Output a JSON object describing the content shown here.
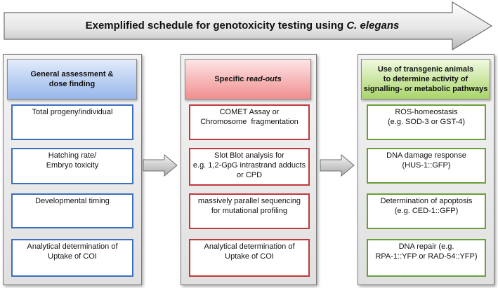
{
  "banner": {
    "title_prefix": "Exemplified schedule for genotoxicity testing using ",
    "title_italic": "C. elegans"
  },
  "columns": [
    {
      "header_lines": [
        "General assessment &",
        "dose finding"
      ],
      "color": "#97b7ea",
      "border_color": "#3d6fc0",
      "cards": [
        [
          "Total progeny/individual"
        ],
        [
          "Hatching rate/",
          "Embryo toxicity"
        ],
        [
          "Developmental timing"
        ],
        [
          "Analytical determination of",
          "Uptake of COI"
        ]
      ]
    },
    {
      "header_prefix": "Specific ",
      "header_italic": "read-outs",
      "color": "#f08f8f",
      "border_color": "#c0393b",
      "cards": [
        [
          "COMET Assay or",
          "Chromosome  fragmentation"
        ],
        [
          "Slot Blot analysis for",
          "e.g. 1,2-GpG intrastrand adducts",
          "or CPD"
        ],
        [
          "massively parallel sequencing",
          "for mutational profiling"
        ],
        [
          "Analytical determination of",
          "Uptake of COI"
        ]
      ]
    },
    {
      "header_lines": [
        "Use of transgenic animals",
        "to determine activity of",
        "signalling- or metabolic pathways"
      ],
      "color": "#a9d46a",
      "border_color": "#6a9e3a",
      "cards": [
        [
          "ROS-homeostasis",
          "(e.g. SOD-3 or GST-4)"
        ],
        [
          "DNA damage response",
          "(HUS-1::GFP)"
        ],
        [
          "Determination of apoptosis",
          "(e.g. CED-1::GFP)"
        ],
        [
          "DNA repair (e.g.",
          "RPA-1::YFP or RAD-54::YFP)"
        ]
      ]
    }
  ]
}
